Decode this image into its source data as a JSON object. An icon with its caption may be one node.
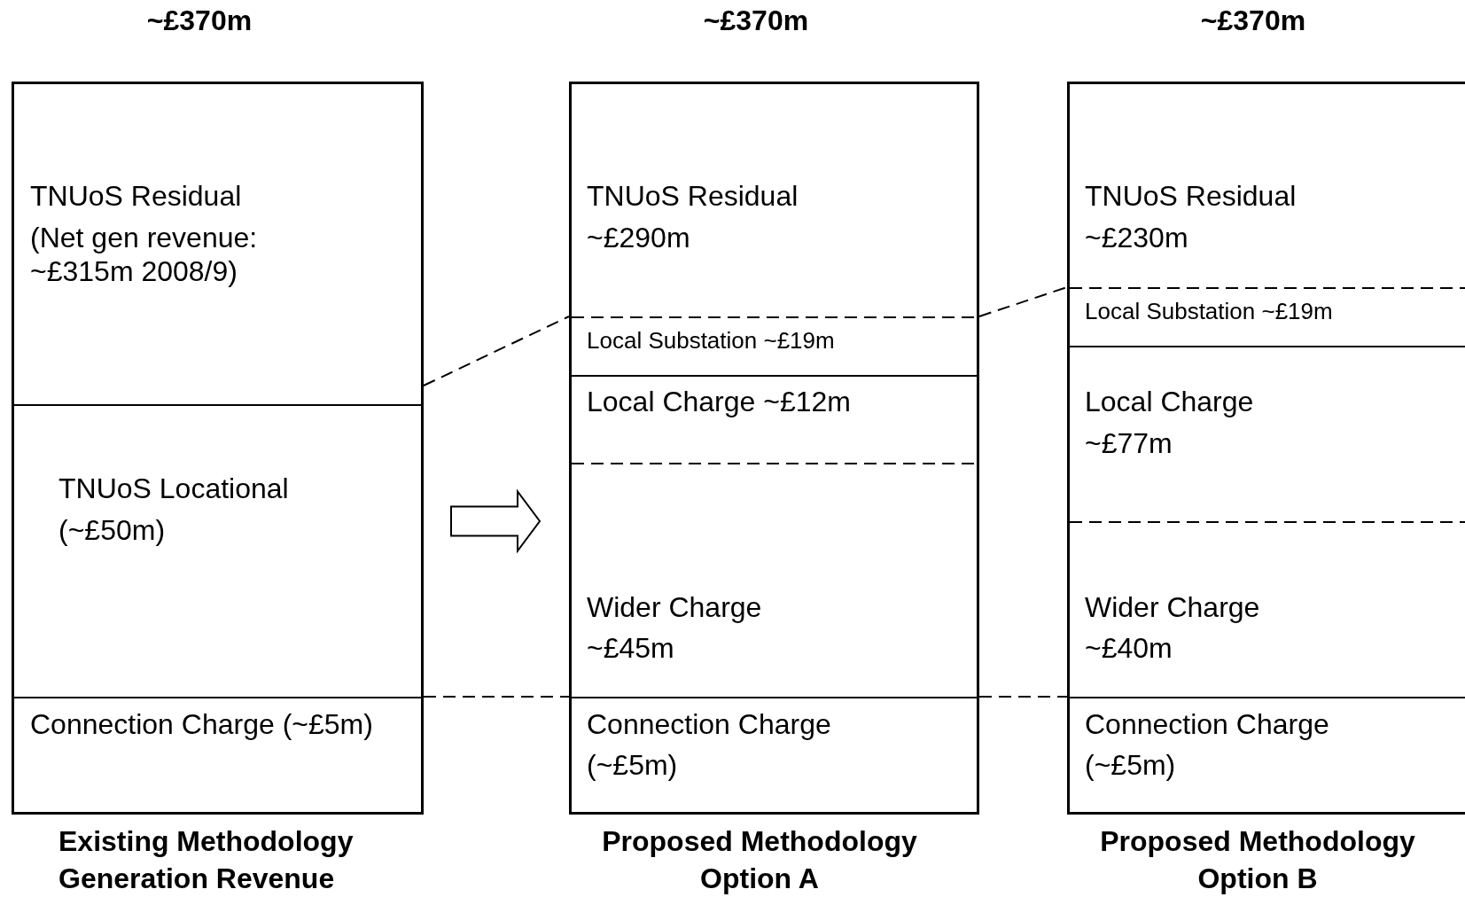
{
  "diagram": {
    "nodes": [
      {
        "text": [
          "~£370m"
        ],
        "beside": [
          "Existing Methodology Generation Revenue"
        ]
      },
      {
        "text": [
          "TNUoS Residual",
          "(Net gen revenue: ~£315m 2008/9)"
        ],
        "in": 0
      },
      {
        "text": [
          "TNUoS Locational",
          "(~£50m)"
        ],
        "in": 0
      },
      {
        "text": [
          "Connection Charge (~£5m)"
        ],
        "in": 0
      },
      {
        "text": [
          "~£370m"
        ],
        "beside": [
          "Proposed Methodology Option A"
        ]
      },
      {
        "text": [
          "TNUoS Residual",
          "~£290m"
        ],
        "in": 4
      },
      {
        "text": [
          "Local Substation ~£19m"
        ],
        "in": 4
      },
      {
        "text": [
          "Local Charge ~£12m"
        ],
        "in": 4
      },
      {
        "text": [
          "Wider Charge",
          "~£45m"
        ],
        "in": 4
      },
      {
        "text": [
          "Connection Charge",
          "(~£5m)"
        ],
        "in": 4
      },
      {
        "text": [
          "~£370m"
        ],
        "beside": [
          "Proposed Methodology Option B"
        ]
      },
      {
        "text": [
          "TNUoS Residual",
          "~£230m"
        ],
        "in": 10
      },
      {
        "text": [
          "Local Substation ~£19m"
        ],
        "in": 10
      },
      {
        "text": [
          "Local Charge",
          "~£77m"
        ],
        "in": 10
      },
      {
        "text": [
          "Wider Charge",
          "~£40m"
        ],
        "in": 10
      },
      {
        "text": [
          "Connection Charge",
          "(~£5m)"
        ],
        "in": 10
      }
    ],
    "edges": [
      {
        "from": 0,
        "to": 4,
        "arrow": "none",
        "style": "dashed"
      },
      {
        "from": 4,
        "to": 10,
        "arrow": "none",
        "style": "dashed"
      },
      {
        "from": 0,
        "to": 4,
        "arrow": "to"
      },
      {
        "from": 0,
        "to": 4,
        "arrow": "none",
        "style": "dashed"
      },
      {
        "from": 4,
        "to": 10,
        "arrow": "none",
        "style": "dashed"
      }
    ]
  }
}
